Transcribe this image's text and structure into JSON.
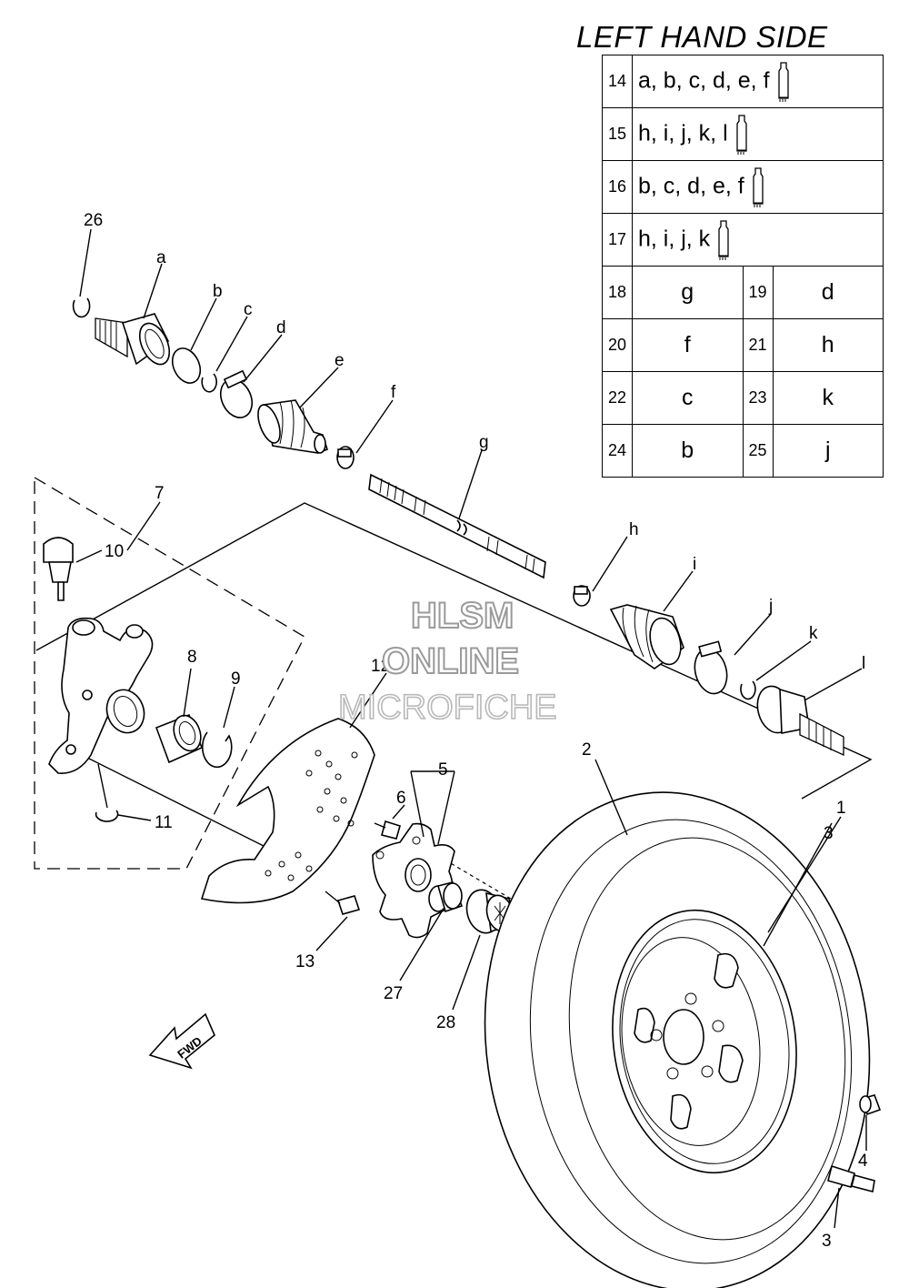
{
  "title": "LEFT HAND SIDE",
  "table": {
    "grease_rows": [
      {
        "num": "14",
        "letters": "a, b, c, d, e, f",
        "icon": "grease-tube-icon"
      },
      {
        "num": "15",
        "letters": "h, i, j, k, l",
        "icon": "grease-tube-icon"
      },
      {
        "num": "16",
        "letters": "b, c, d, e, f",
        "icon": "grease-tube-icon"
      },
      {
        "num": "17",
        "letters": "h, i, j, k",
        "icon": "grease-tube-icon"
      }
    ],
    "pair_rows": [
      [
        {
          "num": "18",
          "val": "g"
        },
        {
          "num": "19",
          "val": "d"
        }
      ],
      [
        {
          "num": "20",
          "val": "f"
        },
        {
          "num": "21",
          "val": "h"
        }
      ],
      [
        {
          "num": "22",
          "val": "c"
        },
        {
          "num": "23",
          "val": "k"
        }
      ],
      [
        {
          "num": "24",
          "val": "b"
        },
        {
          "num": "25",
          "val": "j"
        }
      ]
    ]
  },
  "callouts": {
    "n1": "1",
    "n2": "2",
    "n3": "3",
    "n4": "4",
    "n5": "5",
    "n6": "6",
    "n7": "7",
    "n8": "8",
    "n9": "9",
    "n10": "10",
    "n11": "11",
    "n12": "12",
    "n13": "13",
    "n26": "26",
    "n27": "27",
    "n28": "28",
    "a": "a",
    "b": "b",
    "c": "c",
    "d": "d",
    "e": "e",
    "f": "f",
    "g": "g",
    "h": "h",
    "i": "i",
    "j": "j",
    "k": "k",
    "l": "l"
  },
  "fwd_label": "FWD",
  "watermark": {
    "line1": "HLSM",
    "line2": "ONLINE",
    "line3": "MICROFICHE"
  },
  "colors": {
    "line": "#000000",
    "background": "#ffffff",
    "watermark": "#9a9a9a"
  }
}
